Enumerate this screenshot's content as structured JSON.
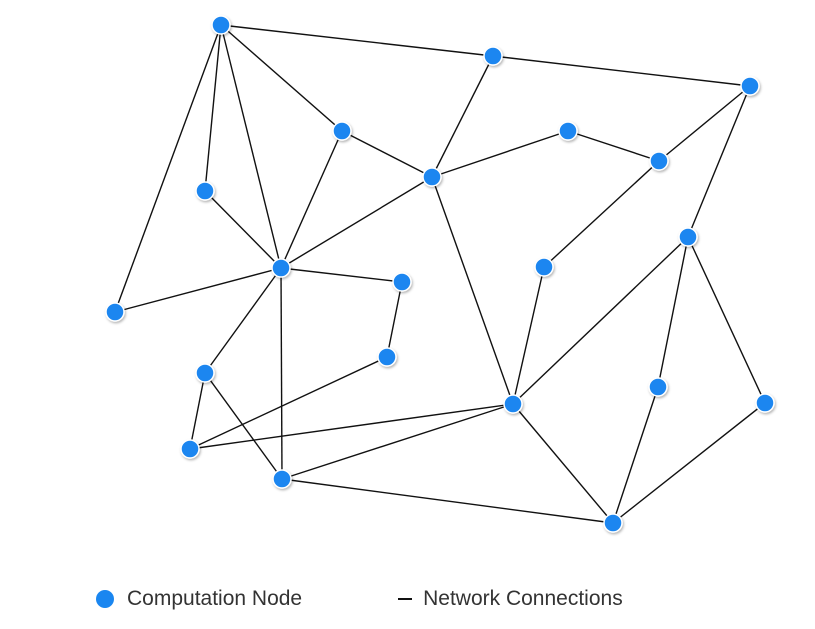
{
  "colors": {
    "node": "#1a86f0",
    "edge": "#111111"
  },
  "nodes": [
    {
      "id": "n1"
    },
    {
      "id": "n2"
    },
    {
      "id": "n3"
    },
    {
      "id": "n4"
    },
    {
      "id": "n5"
    },
    {
      "id": "n6"
    },
    {
      "id": "n7"
    },
    {
      "id": "n8"
    },
    {
      "id": "n9"
    },
    {
      "id": "n10"
    },
    {
      "id": "n11"
    },
    {
      "id": "n12"
    },
    {
      "id": "n13"
    },
    {
      "id": "n14"
    },
    {
      "id": "n15"
    },
    {
      "id": "n16"
    },
    {
      "id": "n17"
    },
    {
      "id": "n18"
    },
    {
      "id": "n19"
    },
    {
      "id": "n20"
    },
    {
      "id": "n21"
    },
    {
      "id": "n22"
    },
    {
      "id": "n23"
    }
  ],
  "edges": [
    [
      "n1",
      "n2"
    ],
    [
      "n2",
      "n3"
    ],
    [
      "n1",
      "n4"
    ],
    [
      "n1",
      "n5"
    ],
    [
      "n1",
      "n8"
    ],
    [
      "n1",
      "n9"
    ],
    [
      "n4",
      "n6"
    ],
    [
      "n2",
      "n6"
    ],
    [
      "n6",
      "n8"
    ],
    [
      "n6",
      "n7"
    ],
    [
      "n7",
      "n10"
    ],
    [
      "n10",
      "n3"
    ],
    [
      "n4",
      "n8"
    ],
    [
      "n5",
      "n8"
    ],
    [
      "n9",
      "n8"
    ],
    [
      "n8",
      "n12"
    ],
    [
      "n8",
      "n14"
    ],
    [
      "n8",
      "n17"
    ],
    [
      "n12",
      "n13"
    ],
    [
      "n13",
      "n15"
    ],
    [
      "n15",
      "n16"
    ],
    [
      "n16",
      "n17"
    ],
    [
      "n14",
      "n17"
    ],
    [
      "n14",
      "n15"
    ],
    [
      "n10",
      "n11"
    ],
    [
      "n11",
      "n16"
    ],
    [
      "n6",
      "n16"
    ],
    [
      "n3",
      "n18"
    ],
    [
      "n18",
      "n16"
    ],
    [
      "n18",
      "n19"
    ],
    [
      "n18",
      "n20"
    ],
    [
      "n16",
      "n21"
    ],
    [
      "n17",
      "n21"
    ],
    [
      "n19",
      "n21"
    ],
    [
      "n20",
      "n21"
    ]
  ],
  "legend": {
    "node_label": "Computation Node",
    "edge_label": "Network Connections"
  }
}
